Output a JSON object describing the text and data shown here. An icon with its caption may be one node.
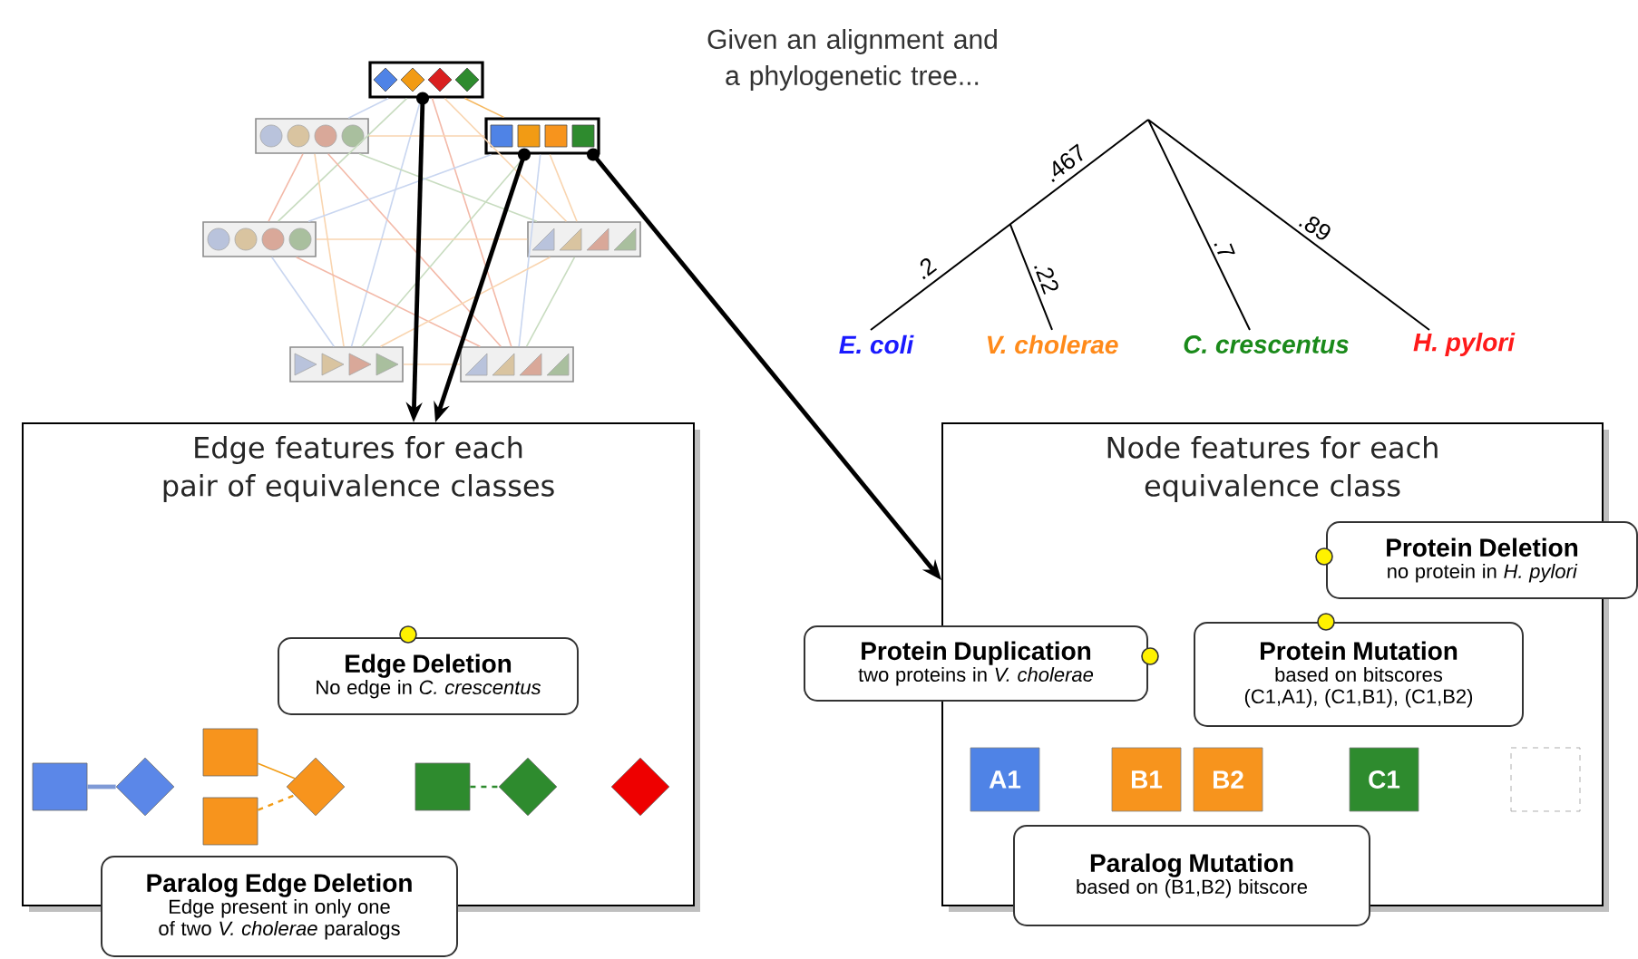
{
  "diagram": {
    "title": "Given an alignment and a phylogenetic tree...",
    "nodes": [
      {
        "text": [],
        "shape": "box"
      },
      {
        "text": [],
        "shape": "box"
      },
      {
        "text": [],
        "shape": "box"
      },
      {
        "text": [],
        "shape": "box"
      },
      {
        "text": [],
        "shape": "box"
      },
      {
        "text": [],
        "shape": "box"
      },
      {
        "text": [],
        "shape": "box"
      },
      {
        "text": [
          "Edge features for each pair of equivalence classes"
        ]
      },
      {
        "text": [
          "Node features for each equivalence class"
        ]
      },
      {
        "text": [],
        "shape": "box",
        "in": 7
      },
      {
        "text": [],
        "shape": "diamond",
        "in": 7
      },
      {
        "text": [],
        "shape": "box",
        "in": 7
      },
      {
        "text": [],
        "shape": "box",
        "in": 7
      },
      {
        "text": [],
        "shape": "diamond",
        "in": 7
      },
      {
        "text": [],
        "shape": "box",
        "in": 7
      },
      {
        "text": [],
        "shape": "diamond",
        "in": 7
      },
      {
        "text": [],
        "shape": "diamond",
        "in": 7
      },
      {
        "text": [
          "Edge Deletion",
          "No edge in *C. crescentus*"
        ],
        "in": 7
      },
      {
        "text": [
          "Paralog Edge Deletion",
          "Edge present in only one of two *V. cholerae* paralogs"
        ]
      },
      {
        "text": [
          "A1"
        ],
        "in": 8
      },
      {
        "text": [
          "B1"
        ],
        "in": 8
      },
      {
        "text": [
          "B2"
        ],
        "in": 8
      },
      {
        "text": [
          "C1"
        ],
        "in": 8
      },
      {
        "text": [],
        "shape": "box",
        "in": 8
      },
      {
        "text": [
          "Protein Deletion",
          "no protein in *H. pylori*"
        ]
      },
      {
        "text": [
          "Protein Duplication",
          "two proteins in *V. cholerae*"
        ]
      },
      {
        "text": [
          "Protein Mutation",
          "based on bitscores (C1,A1), (C1,B1), (C1,B2)"
        ],
        "in": 8
      },
      {
        "text": [
          "Paralog Mutation",
          "based on (B1,B2) bitscore"
        ]
      }
    ],
    "edges": [
      {
        "from": 0,
        "to": 1,
        "arrow": "none",
        "color": "#c9d6f0"
      },
      {
        "from": 0,
        "to": 2,
        "arrow": "none",
        "color": "#f5b860"
      },
      {
        "from": 0,
        "to": 3,
        "arrow": "none",
        "color": "#c8dcc0"
      },
      {
        "from": 0,
        "to": 4,
        "arrow": "none",
        "color": "#f9d5b0"
      },
      {
        "from": 0,
        "to": 5,
        "arrow": "none",
        "color": "#c9d6f0"
      },
      {
        "from": 0,
        "to": 6,
        "arrow": "none",
        "color": "#f3b9a8"
      },
      {
        "from": 1,
        "to": 2,
        "arrow": "none",
        "color": "#f9d5b0"
      },
      {
        "from": 1,
        "to": 3,
        "arrow": "none",
        "color": "#f3b9a8"
      },
      {
        "from": 1,
        "to": 4,
        "arrow": "none",
        "color": "#c8dcc0"
      },
      {
        "from": 1,
        "to": 5,
        "arrow": "none",
        "color": "#f9d5b0"
      },
      {
        "from": 1,
        "to": 6,
        "arrow": "none",
        "color": "#f3b9a8"
      },
      {
        "from": 2,
        "to": 3,
        "arrow": "none",
        "color": "#c9d6f0"
      },
      {
        "from": 2,
        "to": 4,
        "arrow": "none",
        "color": "#f9d5b0"
      },
      {
        "from": 2,
        "to": 5,
        "arrow": "none",
        "color": "#c8dcc0"
      },
      {
        "from": 2,
        "to": 6,
        "arrow": "none",
        "color": "#c9d6f0"
      },
      {
        "from": 3,
        "to": 4,
        "arrow": "none",
        "color": "#f9d5b0"
      },
      {
        "from": 3,
        "to": 5,
        "arrow": "none",
        "color": "#c9d6f0"
      },
      {
        "from": 3,
        "to": 6,
        "arrow": "none",
        "color": "#f3b9a8"
      },
      {
        "from": 4,
        "to": 5,
        "arrow": "none",
        "color": "#f9d5b0"
      },
      {
        "from": 4,
        "to": 6,
        "arrow": "none",
        "color": "#c8dcc0"
      },
      {
        "from": 5,
        "to": 6,
        "arrow": "none",
        "color": "#f9d5b0"
      },
      {
        "from": 0,
        "to": 7,
        "arrow": "to",
        "style": "thick",
        "color": "#000000"
      },
      {
        "from": 2,
        "to": 7,
        "arrow": "to",
        "style": "thick",
        "color": "#000000"
      },
      {
        "from": 2,
        "to": 8,
        "arrow": "to",
        "style": "thick",
        "color": "#000000"
      },
      {
        "from": 9,
        "to": 10,
        "arrow": "none",
        "style": "thick",
        "color": "#7f9ad6"
      },
      {
        "from": 11,
        "to": 13,
        "arrow": "none",
        "color": "#f29b14"
      },
      {
        "from": 12,
        "to": 13,
        "arrow": "none",
        "style": "dashed",
        "color": "#f29b14"
      },
      {
        "from": 14,
        "to": 15,
        "arrow": "none",
        "style": "dashed",
        "color": "#2e8b2e"
      }
    ],
    "labels": [
      ".467",
      ".2",
      ".22",
      ".7",
      ".89",
      "E. coli",
      "V. cholerae",
      "C. crescentus",
      "H. pylori"
    ]
  }
}
